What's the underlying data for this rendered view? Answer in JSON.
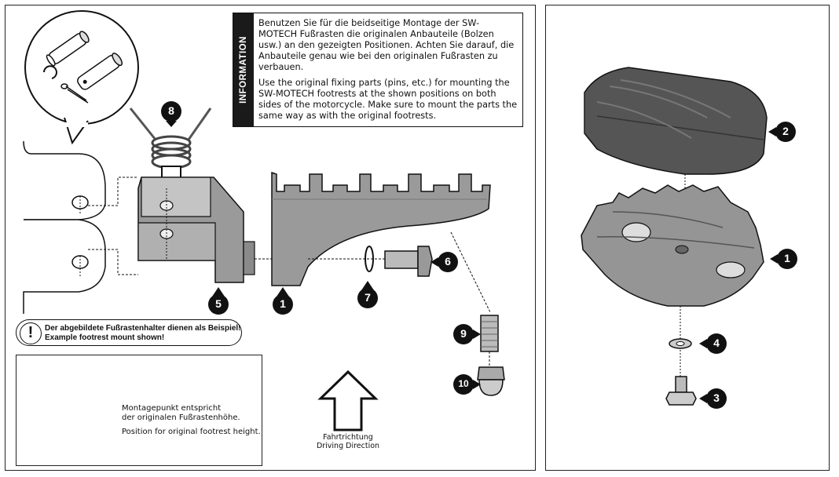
{
  "info": {
    "side_label": "INFORMATION",
    "text_de": "Benutzen Sie für die beidseitige Montage der SW-MOTECH Fußrasten die originalen Anbauteile (Bolzen usw.) an den gezeigten Positionen. Achten Sie darauf, die Anbauteile genau wie bei den originalen Fußrasten zu verbauen.",
    "text_en": "Use the original fixing parts (pins, etc.) for mounting the SW-MOTECH footrests at the shown positions on both sides of the motorcycle. Make sure to mount the parts the same way as with the original footrests."
  },
  "warning": {
    "line1": "Der abgebildete Fußrastenhalter dienen als Beispiel!",
    "line2": "Example footrest mount shown!"
  },
  "mount_note": {
    "de_line1": "Montagepunkt entspricht",
    "de_line2": "der originalen Fußrastenhöhe.",
    "en": "Position for original footrest height."
  },
  "direction": {
    "de": "Fahrtrichtung",
    "en": "Driving Direction"
  },
  "callouts": {
    "c8": "8",
    "c5": "5",
    "c1_left": "1",
    "c7": "7",
    "c6": "6",
    "c9": "9",
    "c10": "10",
    "c2": "2",
    "c1_right": "1",
    "c4": "4",
    "c3": "3"
  }
}
